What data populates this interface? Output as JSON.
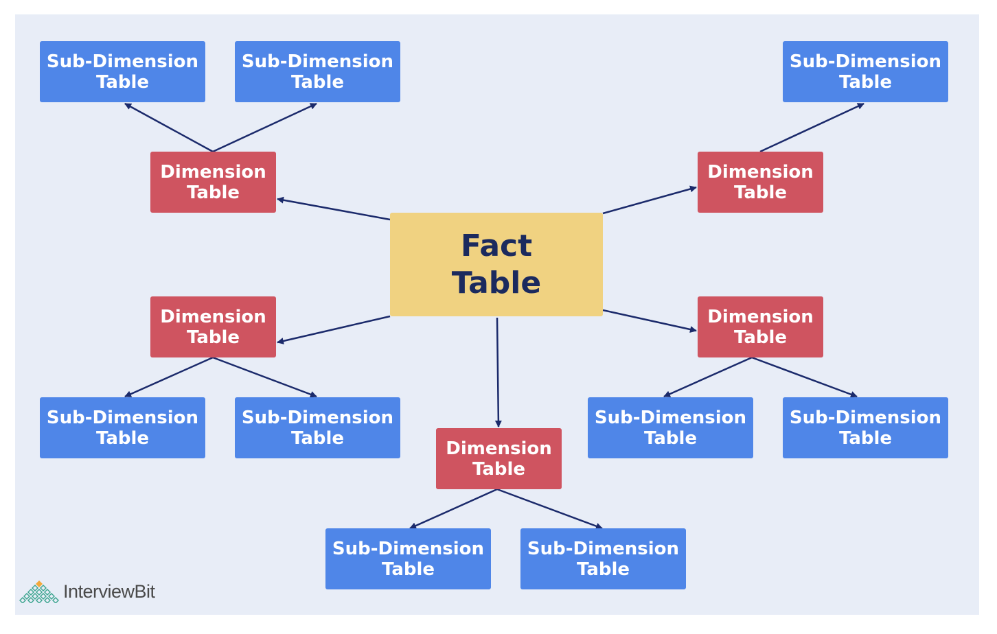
{
  "colors": {
    "background": "#e8edf7",
    "fact_fill": "#f0d281",
    "fact_text": "#1b2a5e",
    "dimension_fill": "#cf5460",
    "subdimension_fill": "#4f86e8",
    "arrow": "#1b2a6b",
    "logo_text": "#4a4a4a"
  },
  "fact": {
    "line1": "Fact",
    "line2": "Table"
  },
  "dimension": {
    "line1": "Dimension",
    "line2": "Table"
  },
  "subdimension": {
    "line1": "Sub-Dimension",
    "line2": "Table"
  },
  "logo": {
    "icon": "interviewbit-logo-icon",
    "text": "InterviewBit"
  }
}
